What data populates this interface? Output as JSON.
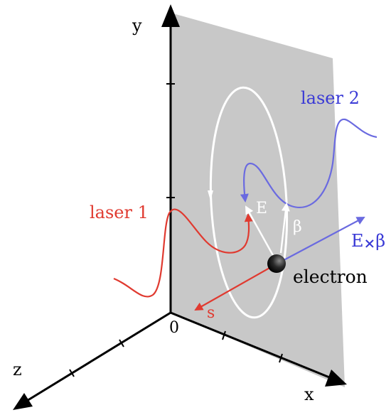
{
  "axes": {
    "x": "x",
    "y": "y",
    "z": "z",
    "origin": "0"
  },
  "lasers": {
    "laser1": {
      "label": "laser 1",
      "color": "#e03a30"
    },
    "laser2": {
      "label": "laser 2",
      "color": "#3a3ad6"
    }
  },
  "vectors": {
    "E": "E",
    "beta": "β",
    "ExB_left": "E",
    "ExB_cross": "×",
    "ExB_right": "β",
    "s": "s"
  },
  "particle": {
    "label": "electron"
  },
  "colors": {
    "plane": "#c8c8c8",
    "orbit": "#ffffff",
    "axes": "#000000",
    "s_arrow": "#e03a30",
    "exb_arrow": "#6a6ae0"
  }
}
